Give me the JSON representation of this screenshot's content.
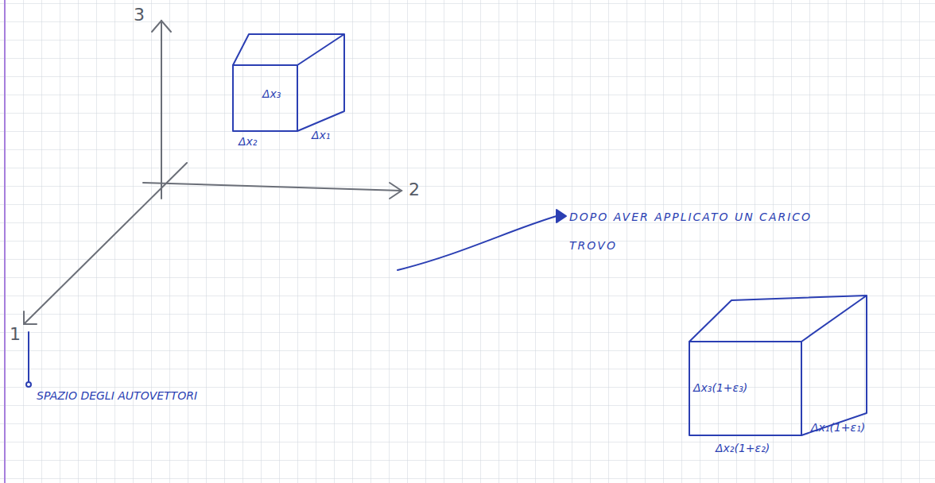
{
  "diagram": {
    "labels": [
      "3",
      "2",
      "1",
      "Δx₃",
      "Δx₂",
      "Δx₁",
      "SPAZIO DEGLI AUTOVETTORI",
      "DOPO AVER APPLICATO UN CARICO TROVO",
      "Δx₃(1+ε₃)",
      "Δx₂(1+ε₂)",
      "Δx₁(1+ε₁)"
    ]
  }
}
